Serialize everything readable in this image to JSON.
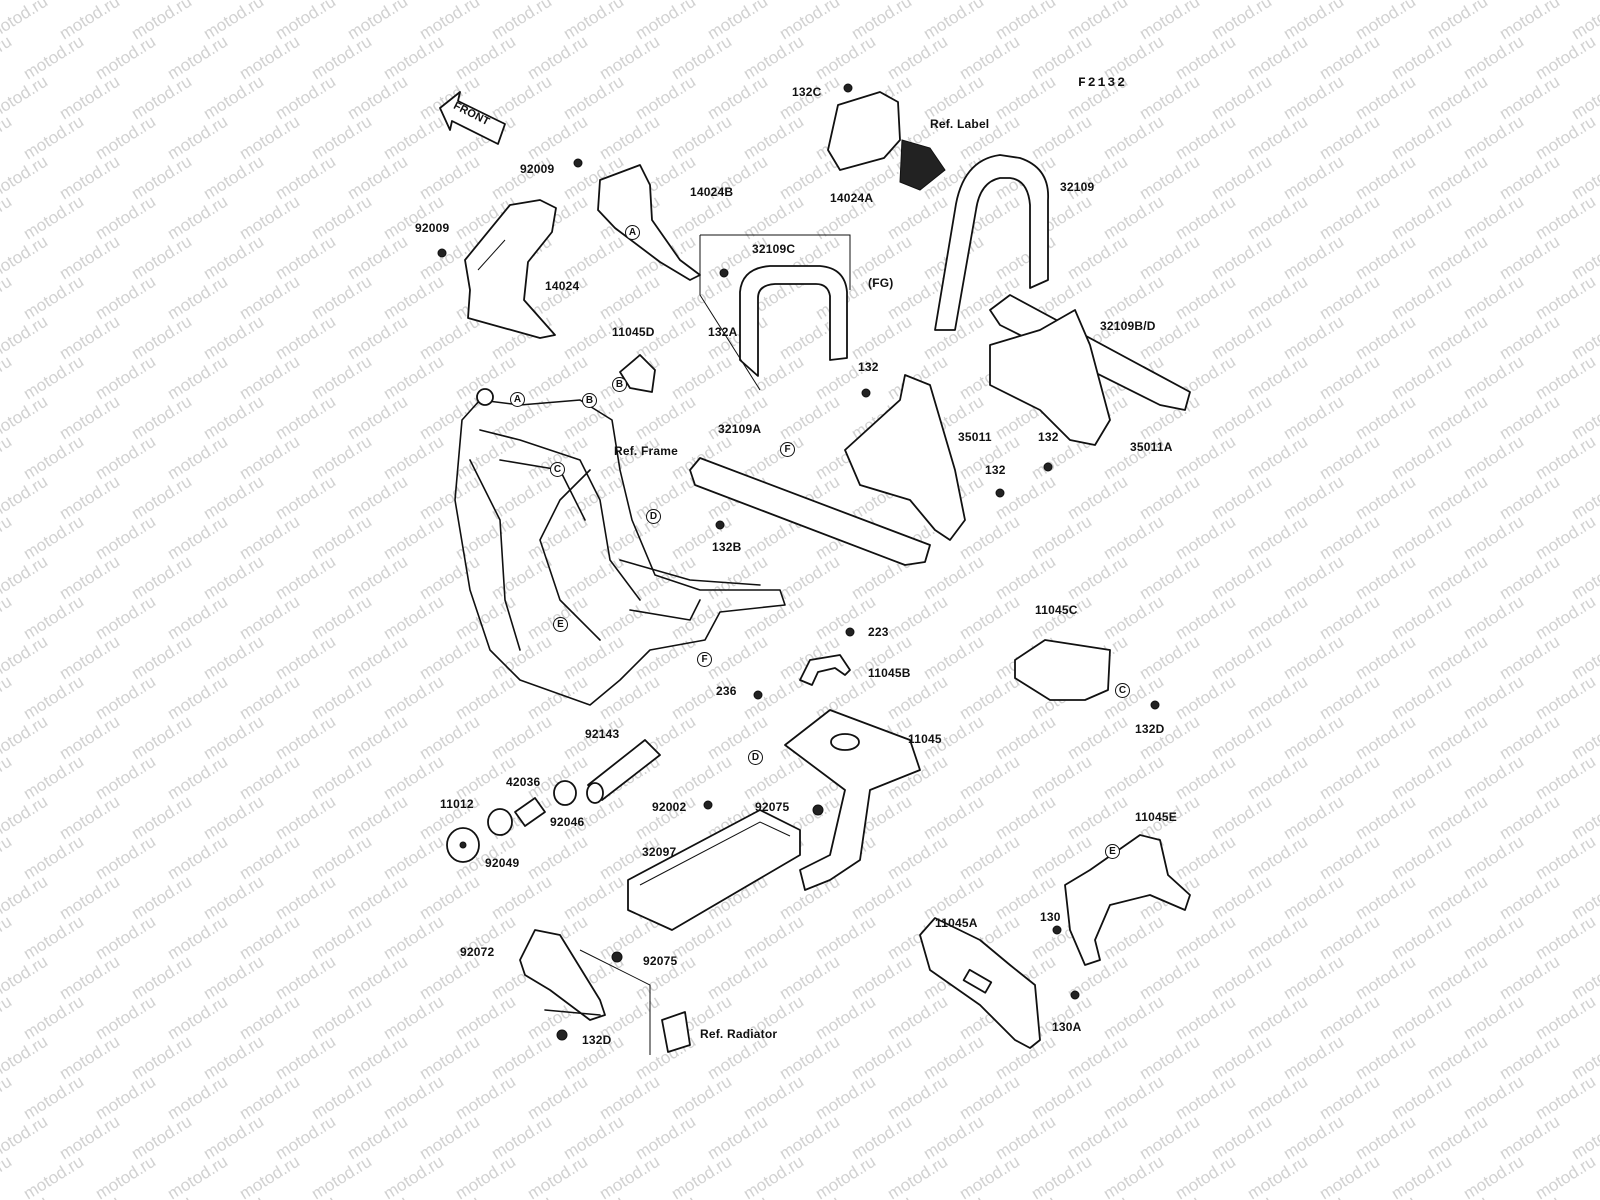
{
  "ref_code": "F2132",
  "front_arrow": "FRONT",
  "watermark": "motod.ru",
  "parts": [
    {
      "id": "p-132c",
      "text": "132C"
    },
    {
      "id": "p-ref-label",
      "text": "Ref. Label"
    },
    {
      "id": "p-92009a",
      "text": "92009"
    },
    {
      "id": "p-14024b",
      "text": "14024B"
    },
    {
      "id": "p-14024a",
      "text": "14024A"
    },
    {
      "id": "p-32109",
      "text": "32109"
    },
    {
      "id": "p-92009b",
      "text": "92009"
    },
    {
      "id": "p-32109c",
      "text": "32109C"
    },
    {
      "id": "p-fg",
      "text": "(FG)"
    },
    {
      "id": "p-14024",
      "text": "14024"
    },
    {
      "id": "p-32109bd",
      "text": "32109B/D"
    },
    {
      "id": "p-11045d",
      "text": "11045D"
    },
    {
      "id": "p-132a",
      "text": "132A"
    },
    {
      "id": "p-132-1",
      "text": "132"
    },
    {
      "id": "p-ref-frame",
      "text": "Ref. Frame"
    },
    {
      "id": "p-32109a",
      "text": "32109A"
    },
    {
      "id": "p-35011",
      "text": "35011"
    },
    {
      "id": "p-132-2",
      "text": "132"
    },
    {
      "id": "p-35011a",
      "text": "35011A"
    },
    {
      "id": "p-132-3",
      "text": "132"
    },
    {
      "id": "p-132b",
      "text": "132B"
    },
    {
      "id": "p-11045c",
      "text": "11045C"
    },
    {
      "id": "p-223",
      "text": "223"
    },
    {
      "id": "p-11045b",
      "text": "11045B"
    },
    {
      "id": "p-236",
      "text": "236"
    },
    {
      "id": "p-132d-1",
      "text": "132D"
    },
    {
      "id": "p-92143",
      "text": "92143"
    },
    {
      "id": "p-11045",
      "text": "11045"
    },
    {
      "id": "p-42036",
      "text": "42036"
    },
    {
      "id": "p-11012",
      "text": "11012"
    },
    {
      "id": "p-92046",
      "text": "92046"
    },
    {
      "id": "p-92002",
      "text": "92002"
    },
    {
      "id": "p-92075a",
      "text": "92075"
    },
    {
      "id": "p-11045e",
      "text": "11045E"
    },
    {
      "id": "p-92049",
      "text": "92049"
    },
    {
      "id": "p-32097",
      "text": "32097"
    },
    {
      "id": "p-130",
      "text": "130"
    },
    {
      "id": "p-11045a",
      "text": "11045A"
    },
    {
      "id": "p-92072",
      "text": "92072"
    },
    {
      "id": "p-92075b",
      "text": "92075"
    },
    {
      "id": "p-130a",
      "text": "130A"
    },
    {
      "id": "p-ref-radiator",
      "text": "Ref. Radiator"
    },
    {
      "id": "p-132d-2",
      "text": "132D"
    }
  ],
  "markers": [
    {
      "id": "m-a1",
      "text": "A"
    },
    {
      "id": "m-a2",
      "text": "A"
    },
    {
      "id": "m-b1",
      "text": "B"
    },
    {
      "id": "m-b2",
      "text": "B"
    },
    {
      "id": "m-c1",
      "text": "C"
    },
    {
      "id": "m-c2",
      "text": "C"
    },
    {
      "id": "m-d1",
      "text": "D"
    },
    {
      "id": "m-d2",
      "text": "D"
    },
    {
      "id": "m-e1",
      "text": "E"
    },
    {
      "id": "m-e2",
      "text": "E"
    },
    {
      "id": "m-f1",
      "text": "F"
    },
    {
      "id": "m-f2",
      "text": "F"
    }
  ]
}
